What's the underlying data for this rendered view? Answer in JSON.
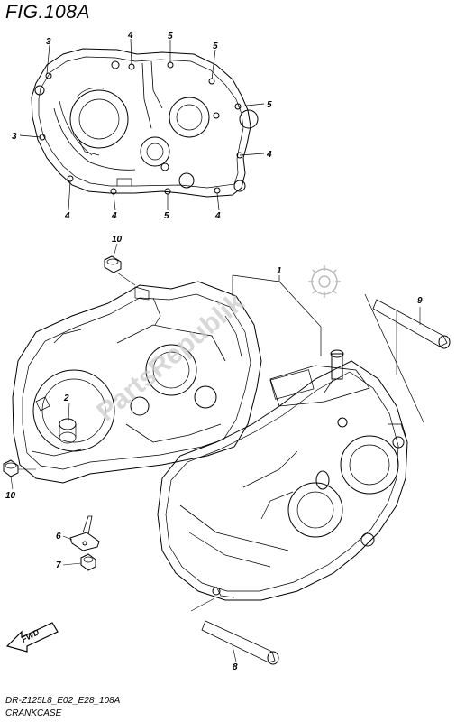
{
  "figure": {
    "title": "FIG.108A",
    "code": "DR-Z125L8_E02_E28_108A",
    "name": "CRANKCASE"
  },
  "fwd_label": "FWD",
  "watermark": "PartsRepublik",
  "callouts": {
    "c1": "1",
    "c2": "2",
    "c3a": "3",
    "c3b": "3",
    "c4a": "4",
    "c4b": "4",
    "c4c": "4",
    "c4d": "4",
    "c4e": "4",
    "c5a": "5",
    "c5b": "5",
    "c5c": "5",
    "c5d": "5",
    "c6": "6",
    "c7": "7",
    "c8": "8",
    "c9": "9",
    "c10a": "10",
    "c10b": "10"
  }
}
